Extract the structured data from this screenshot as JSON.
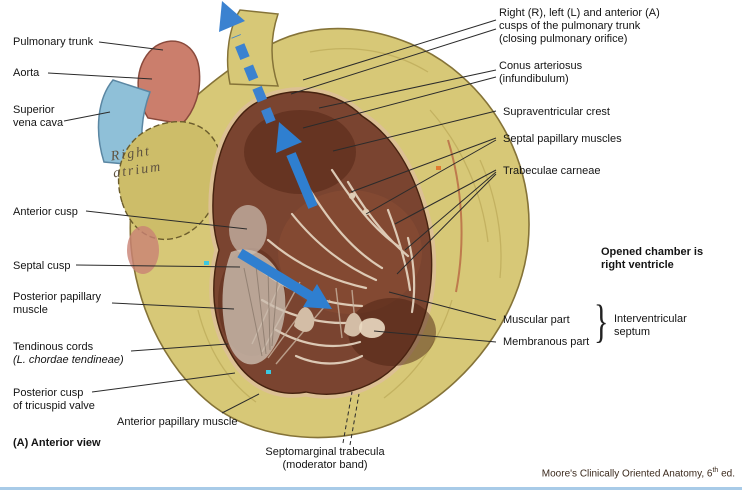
{
  "labels": {
    "pulmonary_trunk": "Pulmonary trunk",
    "aorta": "Aorta",
    "superior_vena_cava": [
      "Superior",
      "vena cava"
    ],
    "right_atrium": [
      "Right",
      "atrium"
    ],
    "anterior_cusp": "Anterior cusp",
    "septal_cusp": "Septal cusp",
    "posterior_papillary_muscle": [
      "Posterior papillary",
      "muscle"
    ],
    "tendinous_cords": [
      "Tendinous cords",
      "(L. chordae tendineae)"
    ],
    "posterior_cusp_tricuspid": [
      "Posterior cusp",
      "of tricuspid valve"
    ],
    "anterior_papillary_muscle": "Anterior papillary muscle",
    "caption": "(A) Anterior view",
    "septomarginal_trabecula": [
      "Septomarginal trabecula",
      "(moderator band)"
    ],
    "pulmonary_cusps": [
      "Right (R), left (L) and anterior (A)",
      "cusps of the pulmonary trunk",
      "(closing pulmonary orifice)"
    ],
    "conus_arteriosus": [
      "Conus arteriosus",
      "(infundibulum)"
    ],
    "supraventricular_crest": "Supraventricular crest",
    "septal_papillary_muscles": "Septal papillary muscles",
    "trabeculae_carneae": "Trabeculae carneae",
    "opened_chamber_note": [
      "Opened chamber is",
      "right ventricle"
    ],
    "muscular_part": "Muscular part",
    "membranous_part": "Membranous part",
    "interventricular_septum": [
      "Interventricular",
      "septum"
    ],
    "brace": "}"
  },
  "credit": {
    "prefix": "Moore's Clinically Oriented Anatomy, 6",
    "superscript": "th",
    "suffix": " ed."
  },
  "colors": {
    "heart_body": "#d7c877",
    "aorta": "#cb7e6c",
    "superior_vena_cava": "#8fc0d8",
    "right_atrium": "#cdbd69",
    "chamber_interior": "#7a4430",
    "cut_edge": "#dcc094",
    "arrow_blue": "#2f7fd0",
    "bottom_rule": "#a8cbe8"
  }
}
